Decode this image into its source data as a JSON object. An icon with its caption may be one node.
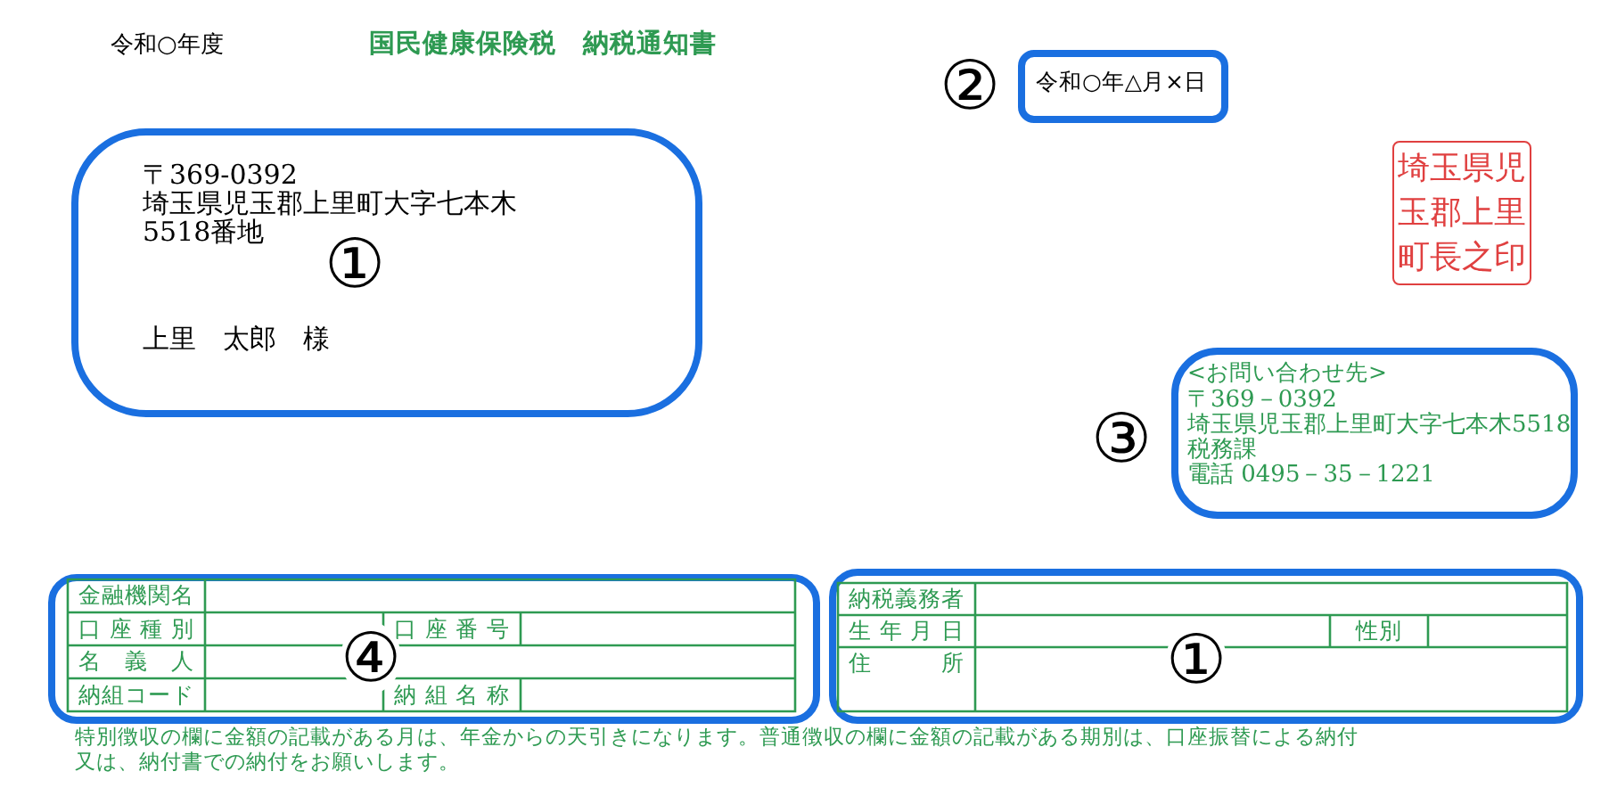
{
  "diagram": {
    "title": "国民健康保険税　納税通知書",
    "nodes": [
      {
        "text": [
          "令和○年△月×日"
        ],
        "beside": [
          "②"
        ]
      },
      {
        "text": [
          "〒369-0392",
          "埼玉県児玉郡上里町大字七本木",
          "5518番地",
          "①",
          "上里　太郎　様"
        ]
      },
      {
        "text": [
          "<お問い合わせ先>",
          "〒369－0392",
          "埼玉県児玉郡上里町大字七本木5518",
          "税務課",
          "電話 0495－35－1221"
        ],
        "beside": [
          "③"
        ]
      },
      {
        "text": [
          "金融機関名",
          "口座種別",
          "口座番号",
          "名義人",
          "納組コード",
          "納組名称",
          "④"
        ]
      },
      {
        "text": [
          "納税義務者",
          "生年月日",
          "性別",
          "住所",
          "①"
        ]
      }
    ],
    "labels": [
      "令和○年度",
      "埼玉県児玉郡上里町長之印",
      "特別徴収の欄に金額の記載がある月は、年金からの天引きになります。普通徴収の欄に金額の記載がある期別は、口座振替による納付又は、納付書での納付をお願いします。"
    ]
  }
}
